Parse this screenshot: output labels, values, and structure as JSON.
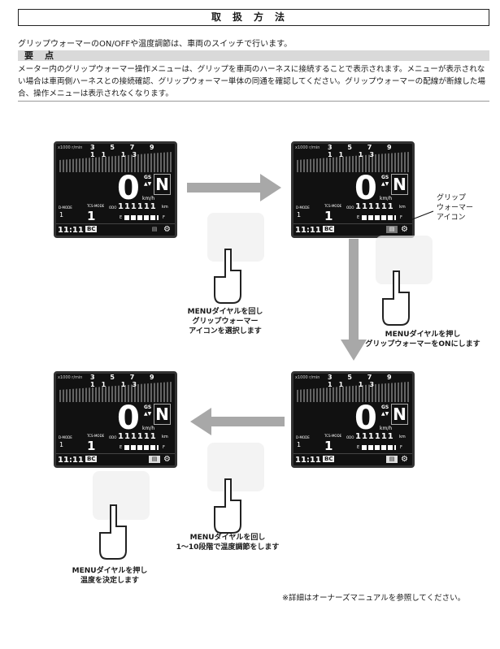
{
  "title": "取扱方法",
  "intro": "グリップウォーマーのON/OFFや温度調節は、車両のスイッチで行います。",
  "key_points": {
    "heading": "要点",
    "body": "メーター内のグリップウォーマー操作メニューは、グリップを車両のハーネスに接続することで表示されます。メニューが表示されない場合は車両側ハーネスとの接続確認、グリップウォーマー単体の同通を確認してください。グリップウォーマーの配線が断線した場合、操作メニューは表示されなくなります。"
  },
  "meter": {
    "scale_label": "x1000 r/min",
    "rpm_numbers": "3 5 7 9 11 13",
    "speed": "0",
    "unit_kmh": "km/h",
    "gs": "GS",
    "updown": "▲▼",
    "gear": "N",
    "dmode_label": "D-MODE",
    "dmode_value": "1",
    "tcs_label": "TCS-MODE",
    "tcs_value": "1",
    "odo_label": "ODO",
    "odo_value": "111111",
    "odo_unit": "km",
    "fuel_e": "E",
    "fuel_f": "F",
    "clock": "11:11",
    "bc": "BC",
    "grip_icon": "▤",
    "gear_icon": "⚙"
  },
  "callout": {
    "line1": "グリップ",
    "line2": "ウォーマー",
    "line3": "アイコン"
  },
  "steps": {
    "s1": {
      "line1": "MENUダイヤルを回し",
      "line2": "グリップウォーマー",
      "line3": "アイコンを選択します"
    },
    "s2": {
      "line1": "MENUダイヤルを押し",
      "line2": "グリップウォーマーをONにします"
    },
    "s3": {
      "line1": "MENUダイヤルを回し",
      "line2": "1～10段階で温度調節をします"
    },
    "s4": {
      "line1": "MENUダイヤルを押し",
      "line2": "温度を決定します"
    }
  },
  "footnote": "※詳細はオーナーズマニュアルを参照してください。"
}
